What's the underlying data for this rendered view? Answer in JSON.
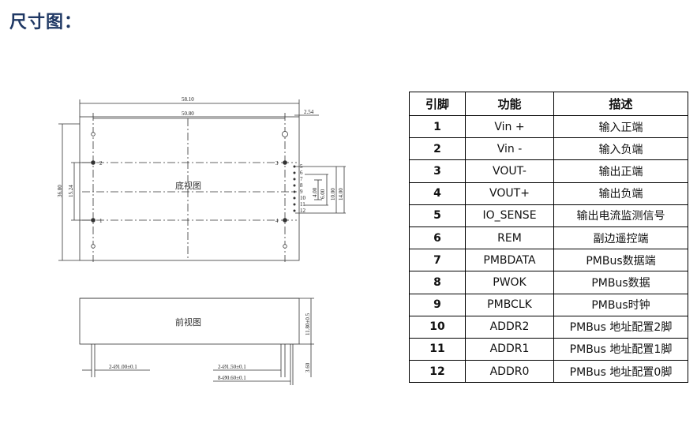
{
  "page": {
    "title": "尺寸图："
  },
  "drawing": {
    "bottom_view_label": "底视图",
    "front_view_label": "前视图",
    "dims": {
      "overall_width": "58.10",
      "pin_span": "50.80",
      "right_offset": "2.54",
      "height": "36.80",
      "pin_vspan": "15.24",
      "d1": "4.00",
      "d2": "6.00",
      "d3": "10.00",
      "d4": "14.00",
      "thickness": "11.80±0.5",
      "pin_length": "3.60",
      "hole_a": "2-Ø1.00±0.1",
      "hole_b": "2-Ø1.50±0.1",
      "hole_c": "8-Ø0.60±0.1"
    },
    "pin_labels": [
      "1",
      "2",
      "3",
      "4",
      "5",
      "6",
      "7",
      "8",
      "9",
      "10",
      "11",
      "12"
    ]
  },
  "pin_table": {
    "headers": [
      "引脚",
      "功能",
      "描述"
    ],
    "rows": [
      {
        "pin": "1",
        "function": "Vin +",
        "description": "输入正端"
      },
      {
        "pin": "2",
        "function": "Vin -",
        "description": "输入负端"
      },
      {
        "pin": "3",
        "function": "VOUT-",
        "description": "输出正端"
      },
      {
        "pin": "4",
        "function": "VOUT+",
        "description": "输出负端"
      },
      {
        "pin": "5",
        "function": "IO_SENSE",
        "description": "输出电流监测信号"
      },
      {
        "pin": "6",
        "function": "REM",
        "description": "副边遥控端"
      },
      {
        "pin": "7",
        "function": "PMBDATA",
        "description": "PMBus数据端"
      },
      {
        "pin": "8",
        "function": "PWOK",
        "description": "PMBus数据"
      },
      {
        "pin": "9",
        "function": "PMBCLK",
        "description": "PMBus时钟"
      },
      {
        "pin": "10",
        "function": "ADDR2",
        "description": "PMBus 地址配置2脚"
      },
      {
        "pin": "11",
        "function": "ADDR1",
        "description": "PMBus 地址配置1脚"
      },
      {
        "pin": "12",
        "function": "ADDR0",
        "description": "PMBus 地址配置0脚"
      }
    ]
  }
}
